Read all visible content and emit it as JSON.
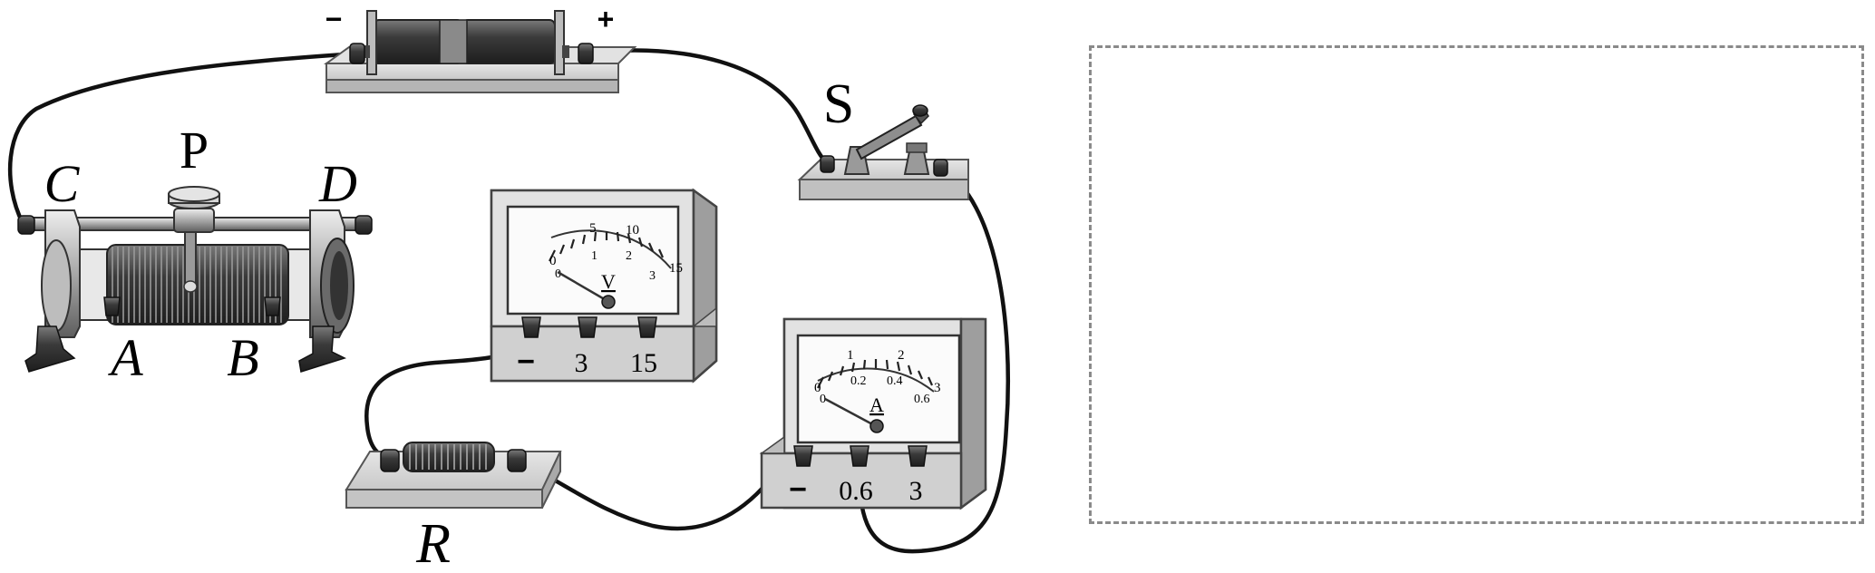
{
  "battery": {
    "minus": "−",
    "plus": "+"
  },
  "switch": {
    "label": "S"
  },
  "rheostat": {
    "C": "C",
    "D": "D",
    "P": "P",
    "A": "A",
    "B": "B"
  },
  "voltmeter": {
    "symbol": "V",
    "scale_outer": [
      "0",
      "5",
      "10",
      "15"
    ],
    "scale_inner": [
      "0",
      "1",
      "2",
      "3"
    ],
    "terminals": [
      "−",
      "3",
      "15"
    ]
  },
  "ammeter": {
    "symbol": "A",
    "scale_outer": [
      "0",
      "1",
      "2",
      "3"
    ],
    "scale_inner": [
      "0",
      "0.2",
      "0.4",
      "0.6"
    ],
    "terminals": [
      "−",
      "0.6",
      "3"
    ]
  },
  "resistor": {
    "label": "R"
  },
  "colors": {
    "wire": "#111111",
    "dash": "#8a8a8a",
    "metal": "#9a9a9a",
    "base": "#d4d4d4"
  }
}
